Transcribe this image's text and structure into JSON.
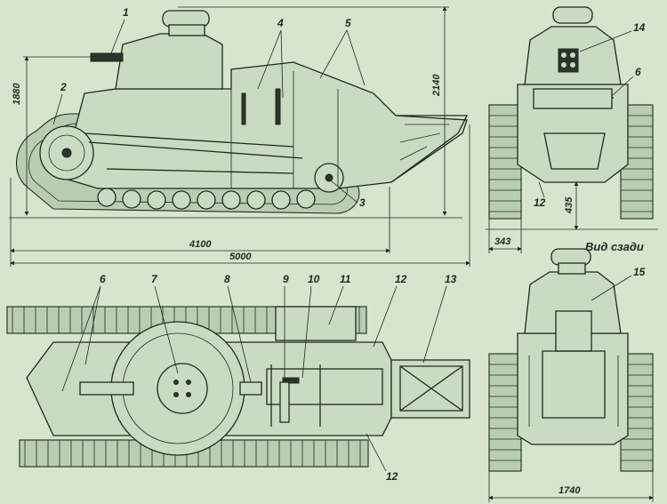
{
  "views": {
    "side": {
      "callouts": [
        "1",
        "2",
        "3",
        "4",
        "5"
      ],
      "dims": {
        "height_total": "2140",
        "height_hull": "1880",
        "length_hull": "4100",
        "length_total": "5000"
      }
    },
    "front": {
      "callouts": [
        "14",
        "6",
        "12"
      ],
      "dims": {
        "ground_clearance": "435",
        "track_width": "343"
      }
    },
    "top": {
      "callouts": [
        "6",
        "7",
        "8",
        "9",
        "10",
        "11",
        "12",
        "13",
        "12"
      ]
    },
    "rear": {
      "caption": "Вид сзади",
      "callouts": [
        "15"
      ],
      "dims": {
        "width_total": "1740"
      }
    }
  },
  "colors": {
    "background": "#d5e6cc",
    "ink": "#1e2a1c",
    "fill": "#c9dcc1"
  }
}
